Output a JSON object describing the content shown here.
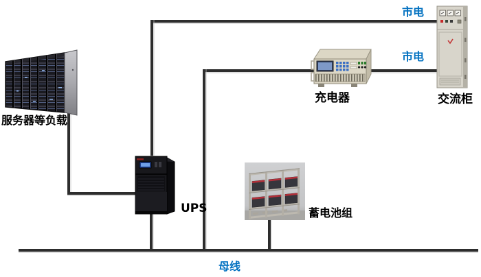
{
  "diagram": {
    "labels": {
      "servers": "服务器等负载",
      "ups": "UPS",
      "charger": "充电器",
      "ac_cabinet": "交流柜",
      "battery_bank": "蓄电池组",
      "mains_top": "市电",
      "mains_middle": "市电",
      "busbar": "母线"
    },
    "colors": {
      "wire": "#2d2d2d",
      "mains_label_blue": "#0070c0",
      "device_label_black": "#000000",
      "cabinet_body": "#d8d5cb",
      "charger_body": "#ddd8c6",
      "ups_body": "#17171a"
    }
  }
}
